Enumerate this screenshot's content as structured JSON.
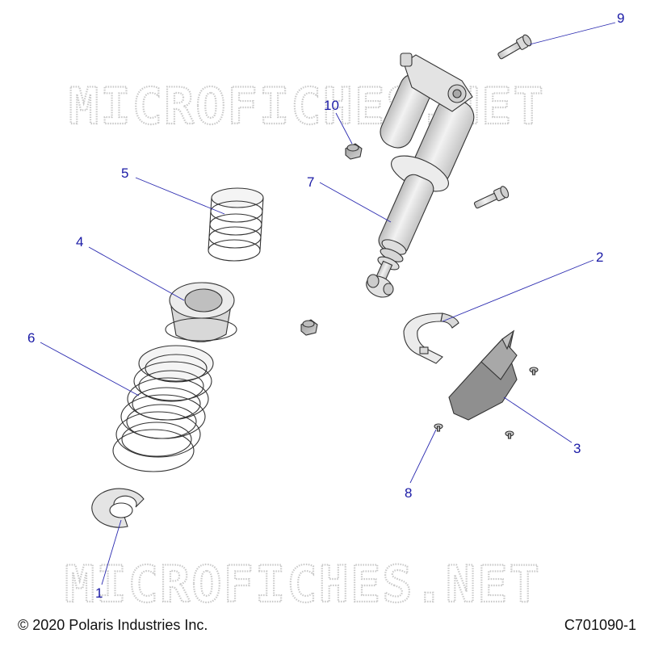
{
  "watermark": "MICROFICHES.NET",
  "copyright": "© 2020 Polaris Industries Inc.",
  "figure_code": "C701090-1",
  "callouts": {
    "c1": "1",
    "c2": "2",
    "c3": "3",
    "c4": "4",
    "c5": "5",
    "c6": "6",
    "c7": "7",
    "c8": "8",
    "c9": "9",
    "c10": "10"
  },
  "colors": {
    "callout_text": "#1a1aa6",
    "leader_line": "#2b2bb0",
    "part_fill": "#e6e6e6",
    "part_stroke": "#333333",
    "watermark": "#c9c9c9"
  }
}
